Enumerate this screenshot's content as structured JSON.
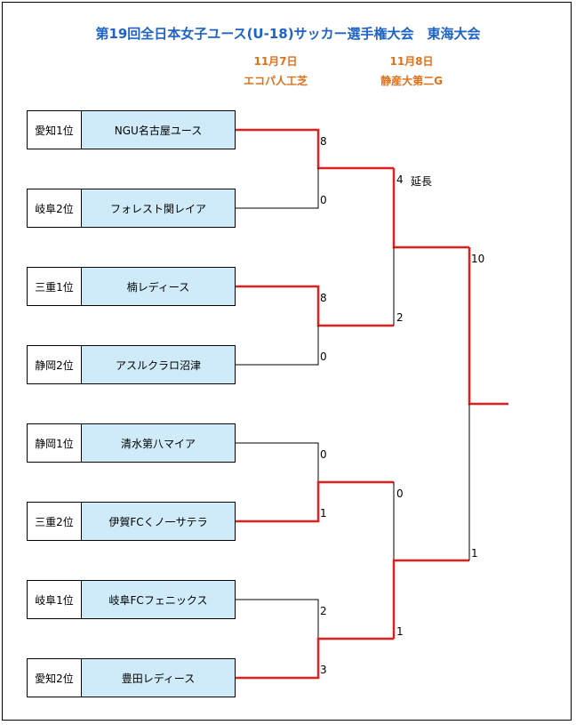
{
  "title": "第19回全日本女子ユース(U-18)サッカー選手権大会　東海大会",
  "rounds": [
    {
      "date": "11月7日",
      "venue": "エコパ人工芝"
    },
    {
      "date": "11月8日",
      "venue": "静産大第二G"
    }
  ],
  "teams": [
    {
      "rank": "愛知1位",
      "name": "NGU名古屋ユース"
    },
    {
      "rank": "岐阜2位",
      "name": "フォレスト関レイア"
    },
    {
      "rank": "三重1位",
      "name": "楠レディース"
    },
    {
      "rank": "静岡2位",
      "name": "アスルクラロ沼津"
    },
    {
      "rank": "静岡1位",
      "name": "清水第八マイア"
    },
    {
      "rank": "三重2位",
      "name": "伊賀FCくノ一サテラ"
    },
    {
      "rank": "岐阜1位",
      "name": "岐阜FCフェニックス"
    },
    {
      "rank": "愛知2位",
      "name": "豊田レディース"
    }
  ],
  "scores": {
    "r1": [
      "8",
      "0",
      "8",
      "0",
      "0",
      "1",
      "2",
      "3"
    ],
    "r2": [
      "4",
      "2",
      "0",
      "1"
    ],
    "r2_note": "延長",
    "final": [
      "10",
      "1"
    ]
  },
  "colors": {
    "winner_line": "#e02020",
    "loser_line": "#000000",
    "team_fill": "#cfeaf8",
    "title": "#1e63c8",
    "header": "#e0701a"
  }
}
